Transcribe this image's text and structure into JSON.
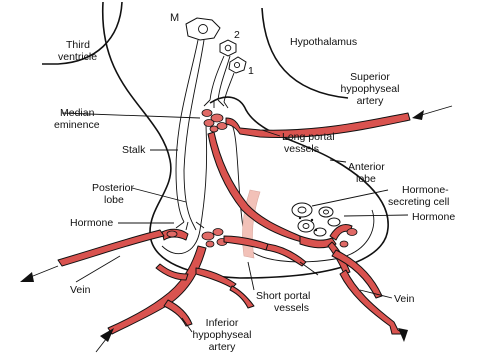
{
  "labels": {
    "m": "M",
    "n2": "2",
    "n1": "1",
    "third_ventricle": [
      "Third",
      "ventricle"
    ],
    "hypothalamus": "Hypothalamus",
    "superior_artery": [
      "Superior",
      "hypophyseal",
      "artery"
    ],
    "median_eminence": [
      "Median",
      "eminence"
    ],
    "stalk": "Stalk",
    "long_portal": [
      "Long portal",
      "vessels"
    ],
    "anterior_lobe": [
      "Anterior",
      "lobe"
    ],
    "posterior_lobe": [
      "Posterior",
      "lobe"
    ],
    "hormone_cell": [
      "Hormone-",
      "secreting cell"
    ],
    "hormone_left": "Hormone",
    "hormone_right": "Hormone",
    "vein_left": "Vein",
    "vein_right": "Vein",
    "short_portal": [
      "Short portal",
      "vessels"
    ],
    "inferior_artery": [
      "Inferior",
      "hypophyseal",
      "artery"
    ]
  },
  "colors": {
    "vessel": "#d9534f",
    "outline": "#111111",
    "stalk_band": "#f2c1b8"
  }
}
